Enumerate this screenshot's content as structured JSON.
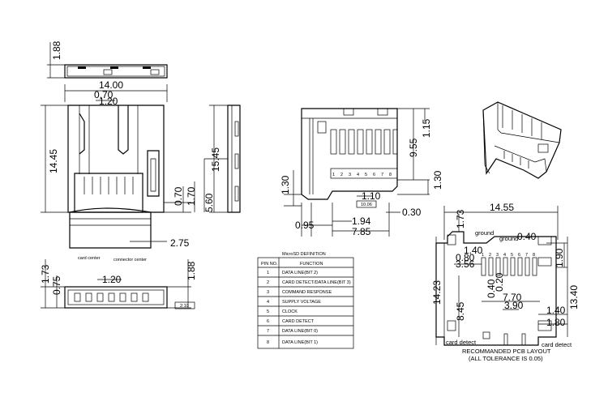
{
  "top_view": {
    "height_dim": "1.88"
  },
  "front_view": {
    "width_dim": "14.00",
    "dim_070": "0.70",
    "dim_120": "1.20",
    "height_dim": "14.45",
    "dim_070b": "0.70",
    "dim_170": "1.70",
    "dim_275": "2.75",
    "label_card_center": "card center",
    "label_connector_center": "connector center"
  },
  "side_view": {
    "dim_1545": "15.45",
    "dim_560": "5.60"
  },
  "bottom_view": {
    "dim_173": "1.73",
    "dim_075": "0.75",
    "dim_120": "1.20",
    "dim_188": "1.88",
    "scale_label": "2:10"
  },
  "right_view": {
    "dim_955": "9.55",
    "dim_115": "1.15",
    "dim_130_left": "1.30",
    "dim_130_right": "1.30",
    "dim_110": "1.10",
    "dim_030": "0.30",
    "dim_095": "0.95",
    "dim_194": "1.94",
    "dim_785": "7.85",
    "pin_numbers": [
      "1",
      "2",
      "3",
      "4",
      "5",
      "6",
      "7",
      "8"
    ],
    "pos_label": "10.06"
  },
  "pin_table": {
    "title": "MicroSD DEFINITION",
    "headers": [
      "PIN NO.",
      "FUNCTION"
    ],
    "rows": [
      {
        "pin": "1",
        "function": "DATA LINE(BIT 2)"
      },
      {
        "pin": "2",
        "function": "CARD DETECT/DATA LINE(BIT 3)"
      },
      {
        "pin": "3",
        "function": "COMMAND RESPONSE"
      },
      {
        "pin": "4",
        "function": "SUPPLY VOLTAGE"
      },
      {
        "pin": "5",
        "function": "CLOCK"
      },
      {
        "pin": "6",
        "function": "CARD DETECT"
      },
      {
        "pin": "7",
        "function": "DATA LINE(BIT 0)"
      },
      {
        "pin": "8",
        "function": "DATA LINE(BIT 1)"
      }
    ]
  },
  "pcb_layout": {
    "dim_1455": "14.55",
    "dim_173": "1.73",
    "label_ground_left": "ground",
    "label_ground_right": "ground",
    "dim_040": "0.40",
    "dim_140a": "1.40",
    "dim_080": "0.80",
    "dim_356": "3.56",
    "dim_190": "1.90",
    "dim_1423": "14.23",
    "dim_845": "8.45",
    "dim_1340": "13.40",
    "dim_040b": "0.40",
    "dim_020": "0.20",
    "dim_770": "7.70",
    "dim_390": "3.90",
    "dim_140b": "1.40",
    "dim_180": "1.80",
    "label_card_detect_left": "card detect",
    "label_card_detect_right": "card detect",
    "title_line1": "RECOMMANDED PCB LAYOUT",
    "title_line2": "(ALL TOLERANCE IS 0.05)",
    "pin_numbers": [
      "1",
      "2",
      "3",
      "4",
      "5",
      "6",
      "7",
      "8"
    ]
  }
}
